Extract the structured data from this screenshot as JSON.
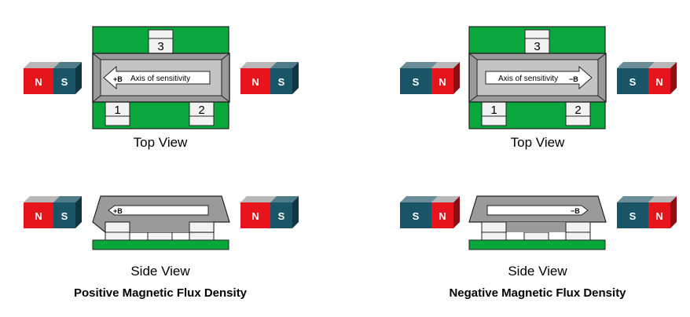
{
  "colors": {
    "pcb": "#0aa83c",
    "package": "#9a9a9a",
    "package_top": "#c4c4c4",
    "magnet_north": "#e8141c",
    "magnet_south": "#1a5467",
    "pad": "#f2f2f2",
    "text": "#000000"
  },
  "panels": [
    {
      "name": "positive",
      "title": "Positive Magnetic Flux Density",
      "top_view_label": "Top View",
      "side_view_label": "Side View",
      "arrow_label": "Axis of sensitivity",
      "field_label": "+B",
      "side_field_label": "+B",
      "arrow_direction": "left",
      "magnet_order": [
        "N",
        "S"
      ],
      "pin_labels": [
        "1",
        "2",
        "3"
      ]
    },
    {
      "name": "negative",
      "title": "Negative Magnetic Flux Density",
      "top_view_label": "Top View",
      "side_view_label": "Side View",
      "arrow_label": "Axis of sensitivity",
      "field_label": "−B",
      "side_field_label": "−B",
      "arrow_direction": "right",
      "magnet_order": [
        "S",
        "N"
      ],
      "pin_labels": [
        "1",
        "2",
        "3"
      ]
    }
  ]
}
